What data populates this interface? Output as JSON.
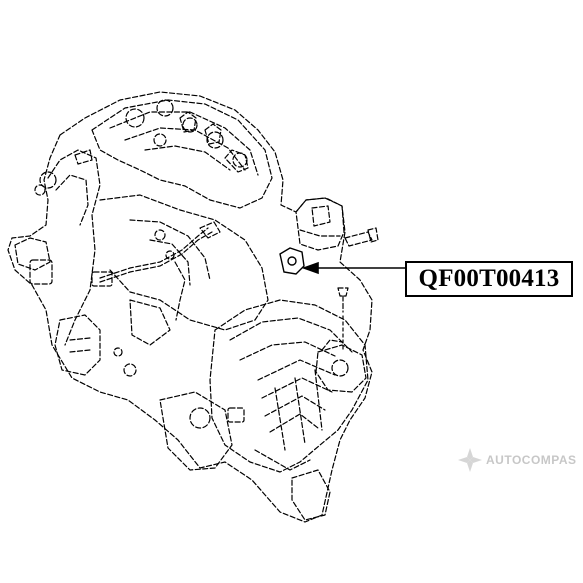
{
  "part_number": "QF00T00413",
  "watermark": {
    "text": "AUTOCOMPAS",
    "logo": "autocompas-compass-logo"
  },
  "colors": {
    "line": "#000000",
    "background": "#ffffff",
    "watermark": "#9a9a9a"
  }
}
